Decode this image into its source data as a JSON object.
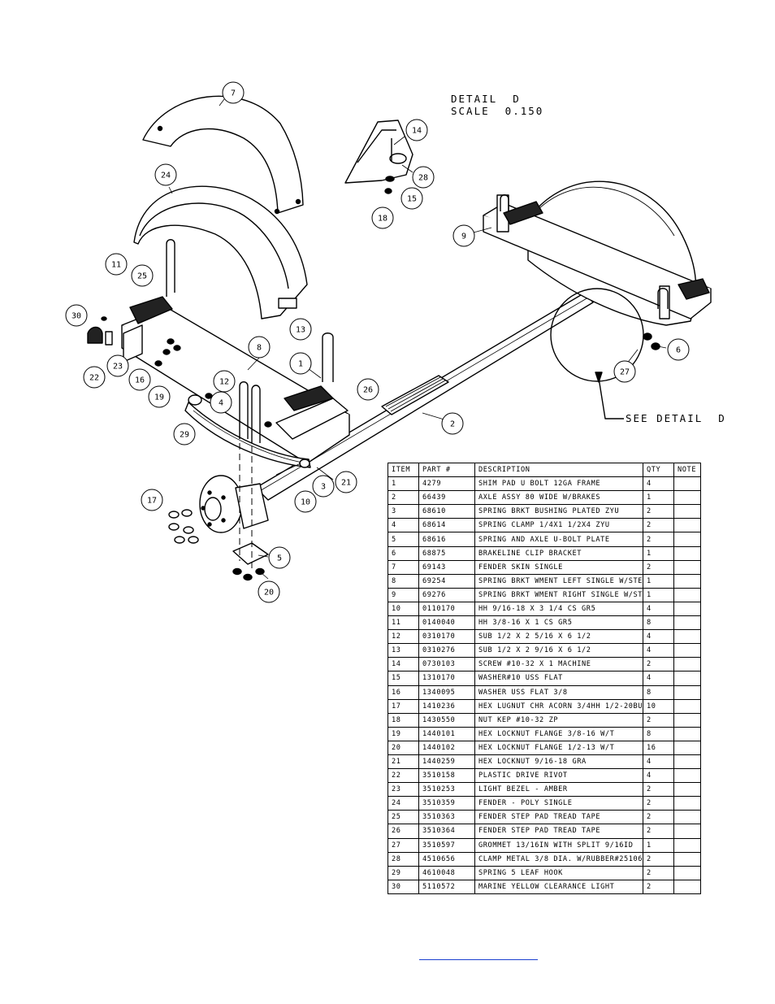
{
  "detail": {
    "title": "DETAIL  D",
    "scale": "SCALE  0.150",
    "callout": "SEE DETAIL  D"
  },
  "balloons": [
    {
      "label": "7"
    },
    {
      "label": "14"
    },
    {
      "label": "24"
    },
    {
      "label": "28"
    },
    {
      "label": "15"
    },
    {
      "label": "18"
    },
    {
      "label": "9"
    },
    {
      "label": "11"
    },
    {
      "label": "25"
    },
    {
      "label": "30"
    },
    {
      "label": "13"
    },
    {
      "label": "8"
    },
    {
      "label": "23"
    },
    {
      "label": "1"
    },
    {
      "label": "22"
    },
    {
      "label": "16"
    },
    {
      "label": "26"
    },
    {
      "label": "19"
    },
    {
      "label": "12"
    },
    {
      "label": "4"
    },
    {
      "label": "27"
    },
    {
      "label": "6"
    },
    {
      "label": "29"
    },
    {
      "label": "2"
    },
    {
      "label": "21"
    },
    {
      "label": "3"
    },
    {
      "label": "10"
    },
    {
      "label": "17"
    },
    {
      "label": "5"
    },
    {
      "label": "20"
    }
  ],
  "bom": {
    "headers": [
      "ITEM",
      "PART #",
      "DESCRIPTION",
      "QTY",
      "NOTE"
    ],
    "rows": [
      [
        "1",
        "4279",
        "SHIM PAD   U BOLT 12GA FRAME",
        "4",
        ""
      ],
      [
        "2",
        "66439",
        "AXLE ASSY 80 WIDE W/BRAKES",
        "1",
        ""
      ],
      [
        "3",
        "68610",
        "SPRING BRKT BUSHING PLATED ZYU",
        "2",
        ""
      ],
      [
        "4",
        "68614",
        "SPRING CLAMP   1/4X1 1/2X4  ZYU",
        "2",
        ""
      ],
      [
        "5",
        "68616",
        "SPRING AND AXLE U-BOLT PLATE",
        "2",
        ""
      ],
      [
        "6",
        "68875",
        "BRAKELINE CLIP BRACKET",
        "1",
        ""
      ],
      [
        "7",
        "69143",
        "FENDER SKIN SINGLE",
        "2",
        ""
      ],
      [
        "8",
        "69254",
        "SPRING BRKT WMENT LEFT SINGLE W/STEPS",
        "1",
        ""
      ],
      [
        "9",
        "69276",
        "SPRING BRKT WMENT RIGHT SINGLE W/STEPS",
        "1",
        ""
      ],
      [
        "10",
        "0110170",
        "HH 9/16-18 X 3 1/4 CS GR5",
        "4",
        ""
      ],
      [
        "11",
        "0140040",
        "HH 3/8-16 X 1 CS GR5",
        "8",
        ""
      ],
      [
        "12",
        "0310170",
        "SUB 1/2 X 2 5/16 X 6 1/2",
        "4",
        ""
      ],
      [
        "13",
        "0310276",
        "SUB 1/2 X 2 9/16 X 6 1/2",
        "4",
        ""
      ],
      [
        "14",
        "0730103",
        "SCREW #10-32 X 1 MACHINE",
        "2",
        ""
      ],
      [
        "15",
        "1310170",
        "WASHER#10 USS FLAT",
        "4",
        ""
      ],
      [
        "16",
        "1340095",
        "WASHER USS FLAT 3/8",
        "8",
        ""
      ],
      [
        "17",
        "1410236",
        "HEX LUGNUT CHR ACORN 3/4HH 1/2-20BU",
        "10",
        ""
      ],
      [
        "18",
        "1430550",
        "NUT KEP #10-32 ZP",
        "2",
        ""
      ],
      [
        "19",
        "1440101",
        "HEX LOCKNUT FLANGE 3/8-16 W/T",
        "8",
        ""
      ],
      [
        "20",
        "1440102",
        "HEX LOCKNUT FLANGE 1/2-13 W/T",
        "16",
        ""
      ],
      [
        "21",
        "1440259",
        "HEX LOCKNUT 9/16-18 GRA",
        "4",
        ""
      ],
      [
        "22",
        "3510158",
        "PLASTIC DRIVE RIVOT",
        "4",
        ""
      ],
      [
        "23",
        "3510253",
        "LIGHT BEZEL - AMBER",
        "2",
        ""
      ],
      [
        "24",
        "3510359",
        "FENDER - POLY SINGLE",
        "2",
        ""
      ],
      [
        "25",
        "3510363",
        "FENDER STEP PAD TREAD TAPE",
        "2",
        ""
      ],
      [
        "26",
        "3510364",
        "FENDER STEP PAD TREAD TAPE",
        "2",
        ""
      ],
      [
        "27",
        "3510597",
        "GROMMET 13/16IN  WITH SPLIT 9/16ID",
        "1",
        ""
      ],
      [
        "28",
        "4510656",
        "CLAMP METAL 3/8 DIA. W/RUBBER#25106",
        "2",
        ""
      ],
      [
        "29",
        "4610048",
        "SPRING  5 LEAF HOOK",
        "2",
        ""
      ],
      [
        "30",
        "5110572",
        "MARINE YELLOW CLEARANCE LIGHT",
        "2",
        ""
      ]
    ]
  }
}
